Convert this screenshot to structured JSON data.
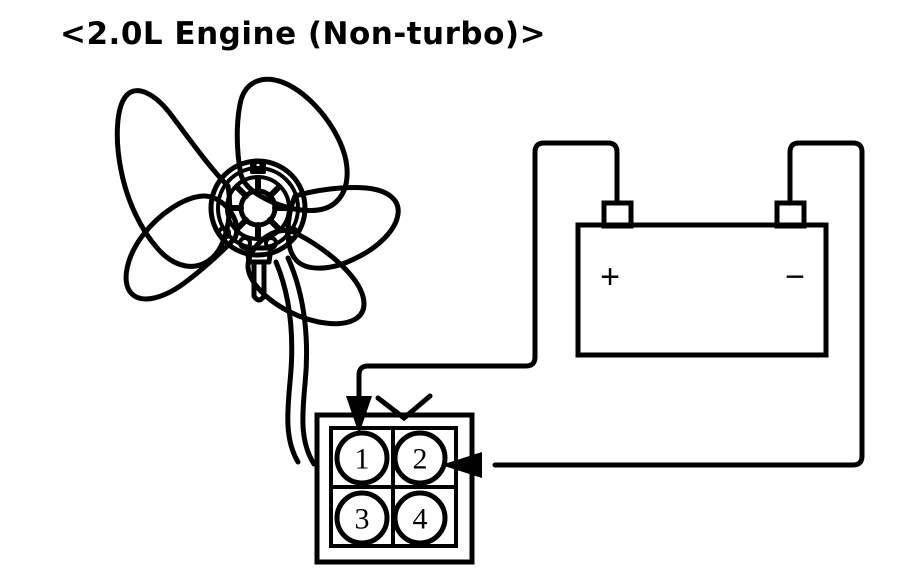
{
  "diagram": {
    "title": "<2.0L Engine (Non-turbo)>",
    "type": "automotive-wiring-line-art",
    "ink_color": "#000000",
    "background_color": "#ffffff"
  },
  "fan": {
    "label_name": "radiator-cooling-fan",
    "blade_count": 5,
    "hub_spoke_count": 8,
    "lead_wire_count": 2
  },
  "battery": {
    "label_name": "battery",
    "positive_symbol": "+",
    "negative_symbol": "−",
    "terminal_count": 2
  },
  "connector": {
    "label_name": "4-pin-connector",
    "pins": [
      {
        "number": "1",
        "position": "top-left"
      },
      {
        "number": "2",
        "position": "top-right"
      },
      {
        "number": "3",
        "position": "bottom-left"
      },
      {
        "number": "4",
        "position": "bottom-right"
      }
    ],
    "arrows": [
      {
        "name": "arrow-to-pin-1",
        "direction": "down",
        "target_pin": "1"
      },
      {
        "name": "arrow-to-pin-2",
        "direction": "left",
        "target_pin": "2"
      }
    ]
  }
}
